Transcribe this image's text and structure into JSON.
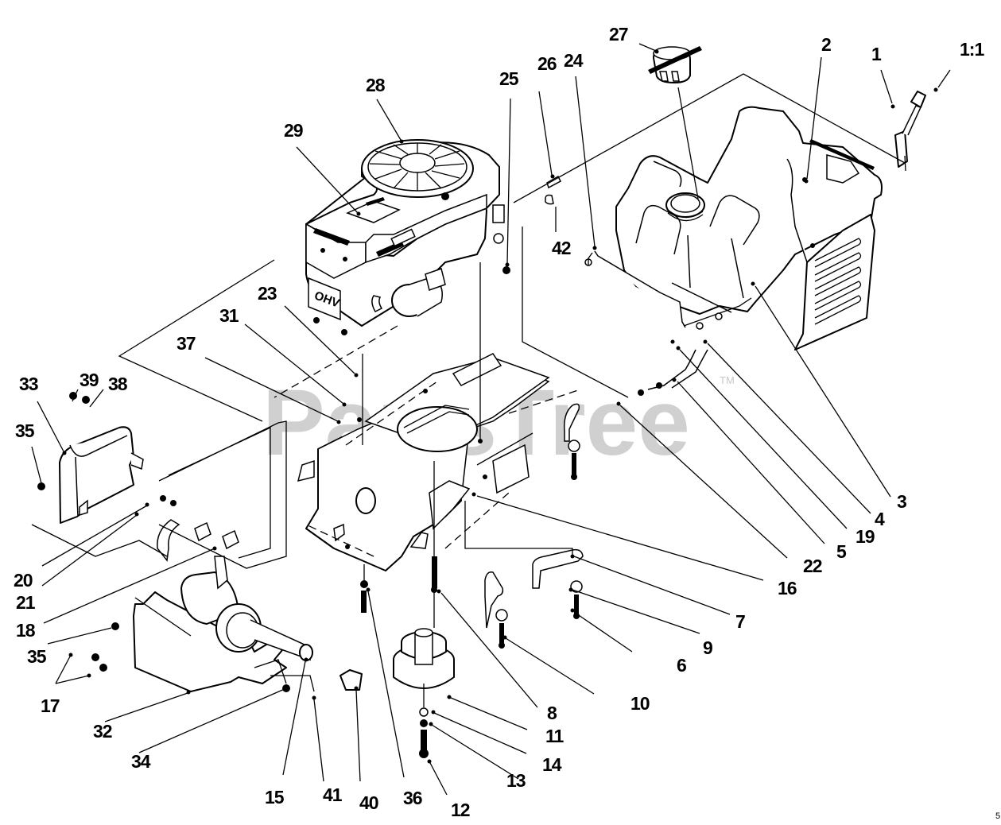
{
  "diagram": {
    "title": "Engine, Fuel Tank & Mounting Exploded Parts View",
    "watermark": "PartsTree",
    "watermark_mark": "TM",
    "engine_label": "OHV",
    "corner_mark": "5",
    "callouts": [
      {
        "id": "1:1",
        "part": "throttle-control-knob"
      },
      {
        "id": "1",
        "part": "throttle-control"
      },
      {
        "id": "2",
        "part": "tank-bracket-clip"
      },
      {
        "id": "3",
        "part": "fuel-tank-shroud"
      },
      {
        "id": "4",
        "part": "fuel-line"
      },
      {
        "id": "19",
        "part": "hose-clamp"
      },
      {
        "id": "5",
        "part": "fuel-filter"
      },
      {
        "id": "22",
        "part": "hose-clamp"
      },
      {
        "id": "16",
        "part": "bolt"
      },
      {
        "id": "7",
        "part": "rear-mount-bracket"
      },
      {
        "id": "9",
        "part": "flat-washer"
      },
      {
        "id": "6",
        "part": "bolt"
      },
      {
        "id": "10",
        "part": "bolt"
      },
      {
        "id": "8",
        "part": "bolt"
      },
      {
        "id": "11",
        "part": "engine-pulley"
      },
      {
        "id": "14",
        "part": "lock-washer"
      },
      {
        "id": "13",
        "part": "washer"
      },
      {
        "id": "12",
        "part": "bolt"
      },
      {
        "id": "36",
        "part": "bolt"
      },
      {
        "id": "40",
        "part": "muffler-tip"
      },
      {
        "id": "41",
        "part": "screw"
      },
      {
        "id": "15",
        "part": "exhaust-pipe"
      },
      {
        "id": "34",
        "part": "muffler-guard"
      },
      {
        "id": "32",
        "part": "heat-shield"
      },
      {
        "id": "17",
        "part": "screw"
      },
      {
        "id": "35",
        "part": "nut"
      },
      {
        "id": "18",
        "part": "exhaust-gasket"
      },
      {
        "id": "21",
        "part": "exhaust-manifold"
      },
      {
        "id": "20",
        "part": "bolt"
      },
      {
        "id": "33",
        "part": "engine-side-cover"
      },
      {
        "id": "39",
        "part": "screw"
      },
      {
        "id": "38",
        "part": "washer"
      },
      {
        "id": "37",
        "part": "bolt"
      },
      {
        "id": "31",
        "part": "cable-clamp"
      },
      {
        "id": "23",
        "part": "bolt"
      },
      {
        "id": "29",
        "part": "engine-decal"
      },
      {
        "id": "28",
        "part": "engine"
      },
      {
        "id": "25",
        "part": "bolt"
      },
      {
        "id": "26",
        "part": "clip"
      },
      {
        "id": "24",
        "part": "throttle-rod"
      },
      {
        "id": "42",
        "part": "cable-clip"
      },
      {
        "id": "27",
        "part": "fuel-cap"
      }
    ]
  }
}
